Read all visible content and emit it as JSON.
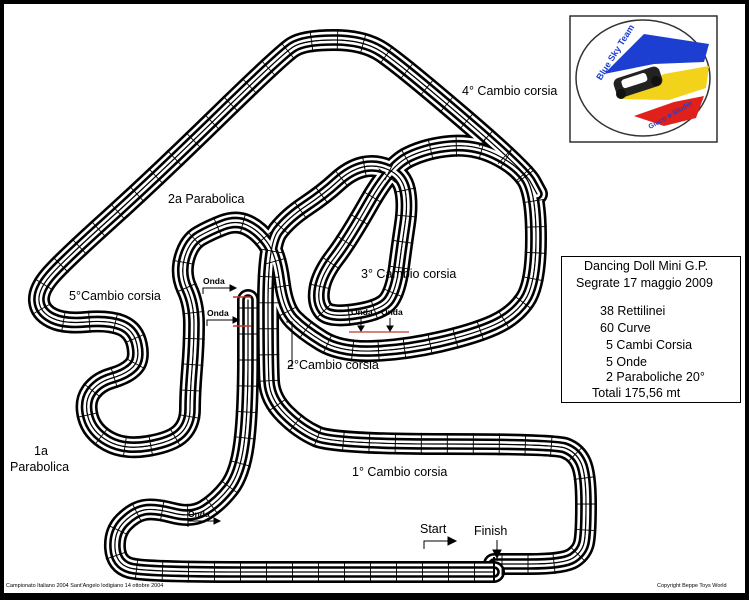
{
  "labels": {
    "cambio4": "4° Cambio corsia",
    "parabolica2": "2a Parabolica",
    "cambio5": "5°Cambio corsia",
    "cambio3": "3° Cambio corsia",
    "cambio2": "2°Cambio corsia",
    "parabolica1_a": "1a",
    "parabolica1_b": "Parabolica",
    "cambio1": "1° Cambio corsia",
    "start": "Start",
    "finish": "Finish",
    "onda": "Onda",
    "footer_left": "Campionato Italiano 2004 Sant'Angelo lodigiano 14 ottobre 2004",
    "footer_right": "Copyright Beppe Toys World"
  },
  "info": {
    "title": "Dancing Doll Mini G.P.",
    "subtitle": "Segrate 17 maggio 2009",
    "rettilinei": "38 Rettilinei",
    "curve": "60 Curve",
    "cambi": "5 Cambi Corsia",
    "onde": "5 Onde",
    "paraboliche": "2 Paraboliche 20°",
    "totali": "Totali 175,56 mt"
  },
  "logo": {
    "text_top": "Blue Sky Team",
    "text_bottom": "Gioco e Studio",
    "colors": {
      "blue": "#1c3fd1",
      "yellow": "#f2d21a",
      "red": "#e0201b",
      "white": "#ffffff"
    }
  },
  "track": {
    "lanes": 4,
    "line_color": "#000000",
    "highlight_color": "#c0392b"
  }
}
